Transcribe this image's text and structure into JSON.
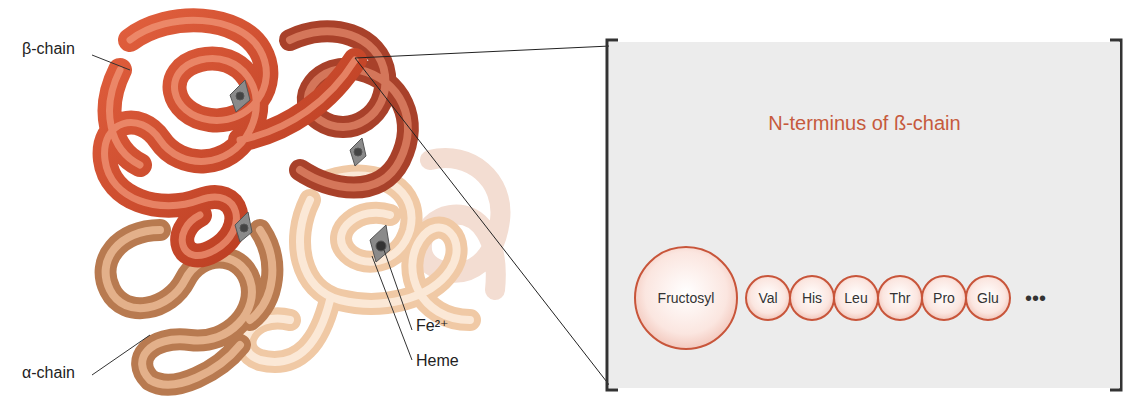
{
  "diagram": {
    "nodes": [
      {
        "text": [
          "N-terminus of ß-chain"
        ]
      },
      {
        "text": [
          "Fructosyl"
        ],
        "in": 0
      },
      {
        "text": [
          "Val"
        ],
        "in": 0
      },
      {
        "text": [
          "His"
        ],
        "in": 0
      },
      {
        "text": [
          "Leu"
        ],
        "in": 0
      },
      {
        "text": [
          "Thr"
        ],
        "in": 0
      },
      {
        "text": [
          "Pro"
        ],
        "in": 0
      },
      {
        "text": [
          "Glu"
        ],
        "in": 0
      }
    ],
    "labels": [
      "β-chain",
      "α-chain",
      "Fe²⁺",
      "Heme",
      "•••"
    ]
  }
}
